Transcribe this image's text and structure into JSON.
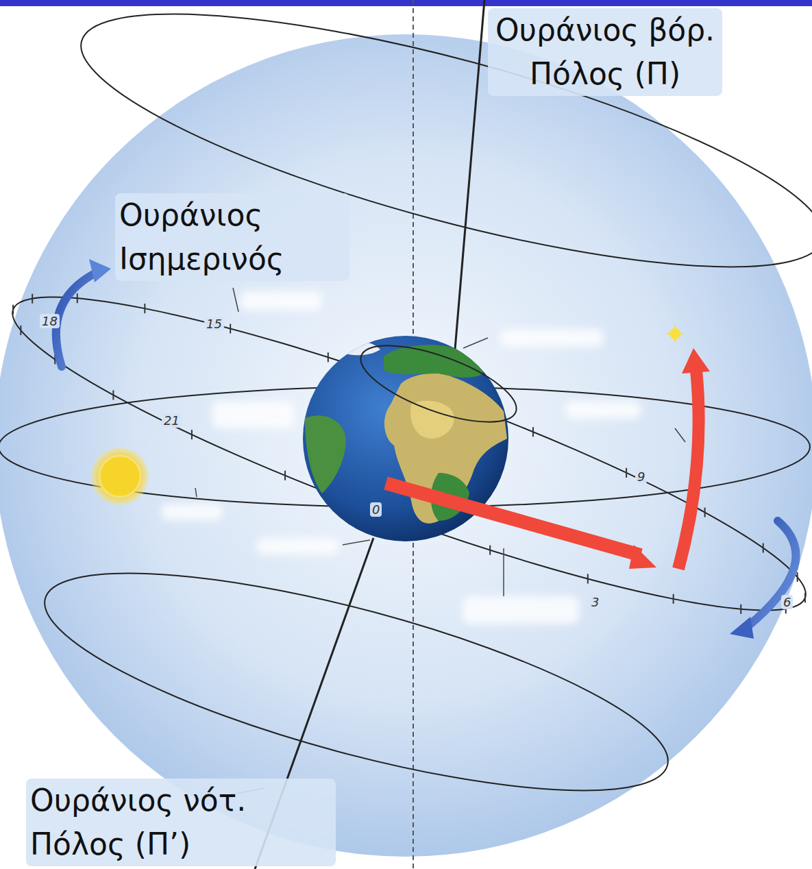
{
  "diagram": {
    "labels": [
      "Ουράνιος βόρ. Πόλος (Π)",
      "Ουράνιος Ισημερινός",
      "Ουράνιος νότ. Πόλος (Π’)",
      "18",
      "15",
      "21",
      "0",
      "9",
      "3",
      "6"
    ]
  }
}
